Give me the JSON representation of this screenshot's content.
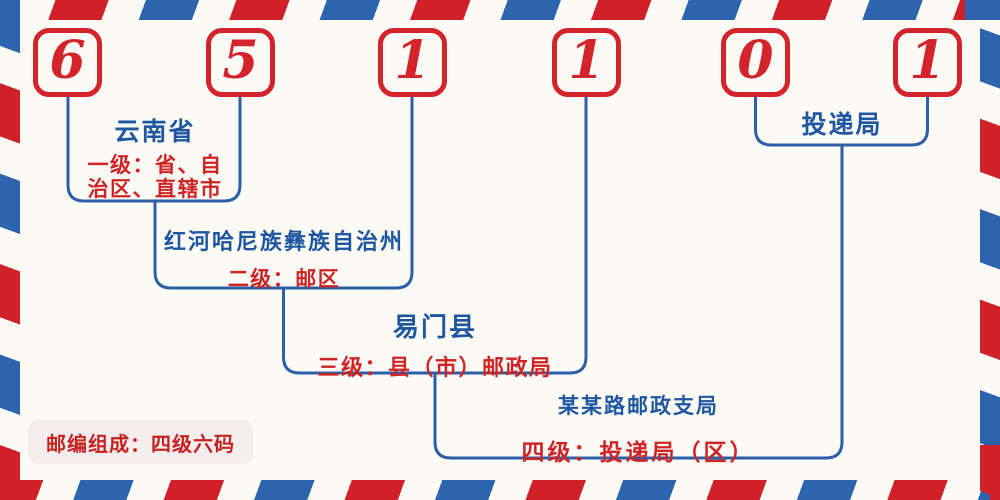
{
  "postal_code": {
    "value": "651101",
    "digits": [
      "6",
      "5",
      "1",
      "1",
      "0",
      "1"
    ]
  },
  "levels": {
    "level1": {
      "name": "云南省",
      "desc_line1": "一级：省、自",
      "desc_line2": "治区、直辖市"
    },
    "level2": {
      "name": "红河哈尼族彝族自治州",
      "desc": "二级：邮区"
    },
    "level3": {
      "name": "易门县",
      "desc": "三级：县（市）邮政局"
    },
    "level4": {
      "name": "某某路邮政支局",
      "desc": "四级：投递局（区）"
    },
    "delivery": {
      "name": "投递局"
    }
  },
  "badge": {
    "text": "邮编组成：四级六码"
  },
  "colors": {
    "red": "#d3242b",
    "stripe_red": "#cf2127",
    "stripe_blue": "#2d64ae",
    "line_blue": "#2b5fa8",
    "text_blue": "#1e57a0",
    "text_red": "#ce2426",
    "background": "#fbfaf5",
    "badge_bg": "#f3edee"
  }
}
